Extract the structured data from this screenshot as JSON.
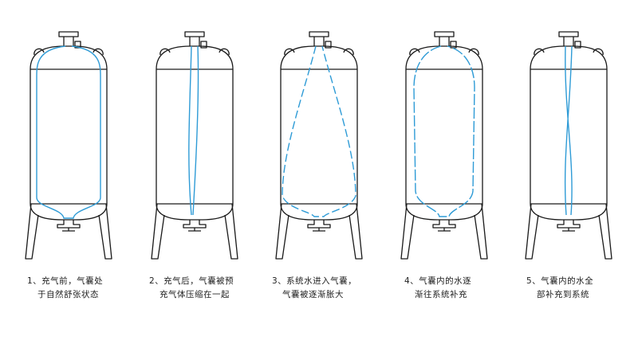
{
  "colors": {
    "tank_outline": "#1a1a1a",
    "bladder": "#2e9bd6"
  },
  "icons": [
    "air-valve-icon",
    "water-port-icon"
  ],
  "stages": [
    {
      "line1": "1、充气前，气囊处",
      "line2": "于自然舒张状态"
    },
    {
      "line1": "2、充气后，气囊被预",
      "line2": "充气体压缩在一起"
    },
    {
      "line1": "3、系统水进入气囊，",
      "line2": "气囊被逐渐胀大"
    },
    {
      "line1": "4、气囊内的水逐",
      "line2": "渐往系统补充"
    },
    {
      "line1": "5、气囊内的水全",
      "line2": "部补充到系统"
    }
  ]
}
